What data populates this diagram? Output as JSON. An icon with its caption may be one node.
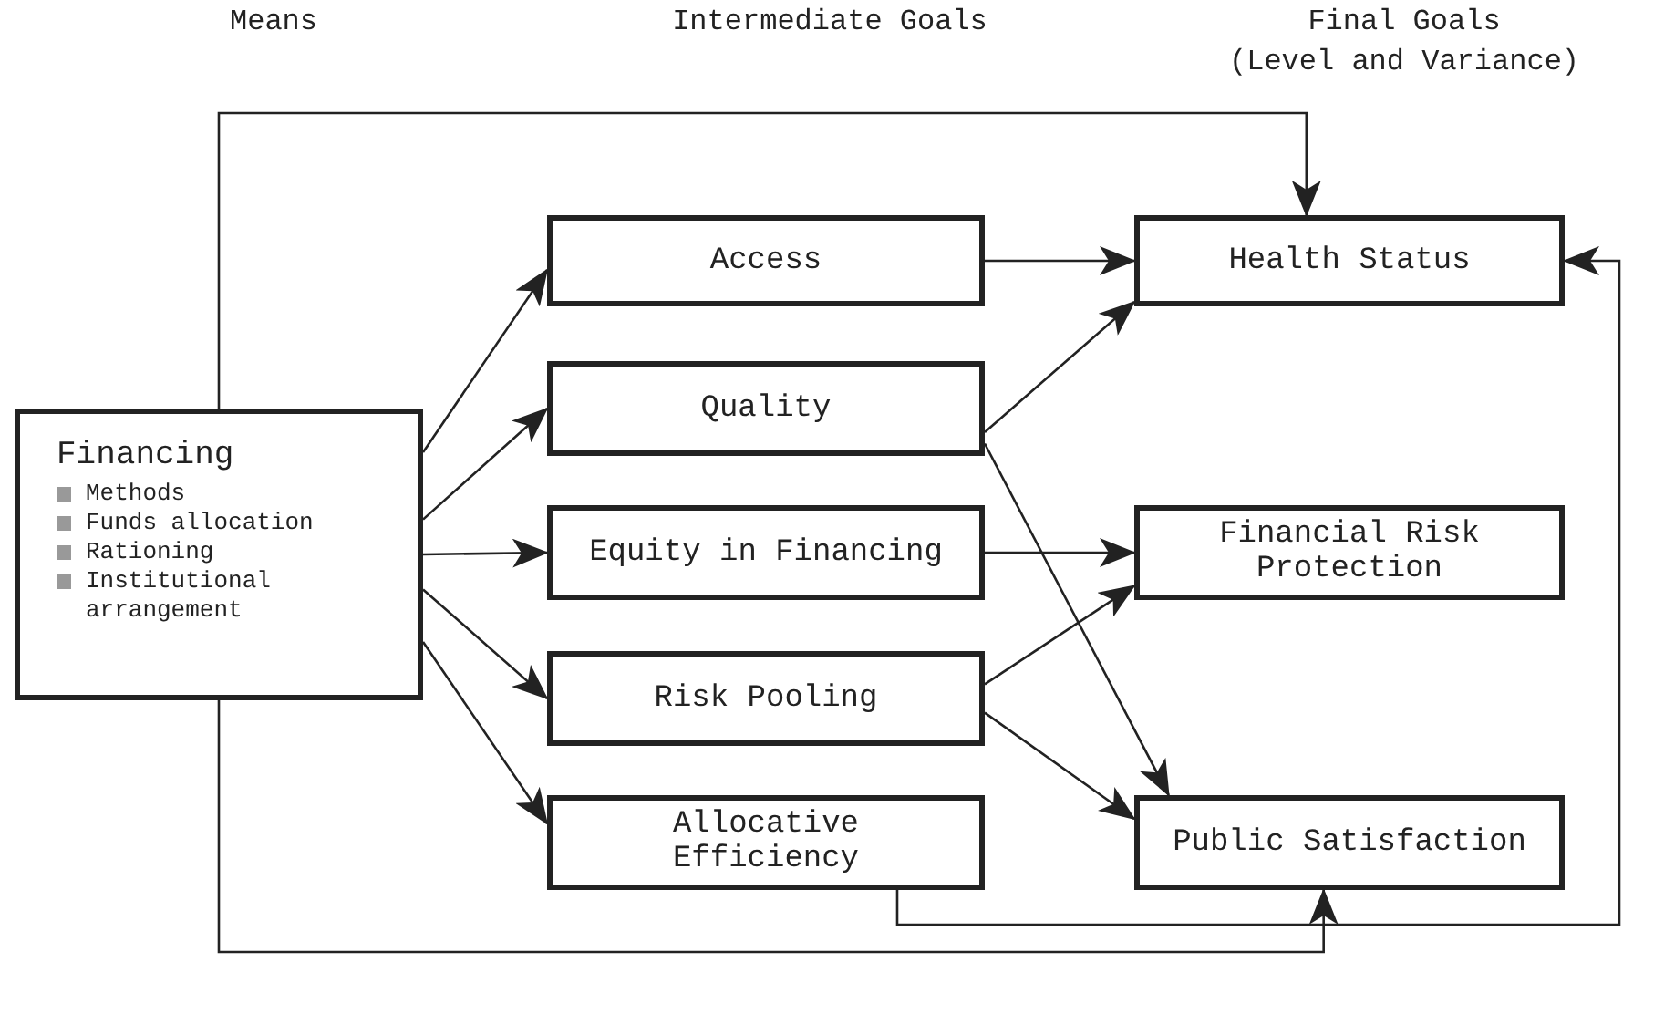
{
  "diagram": {
    "nodes": [
      {
        "text": [
          "Financing",
          "Methods",
          "Funds allocation",
          "Rationing",
          "Institutional arrangement"
        ]
      },
      {
        "text": [
          "Access"
        ]
      },
      {
        "text": [
          "Quality"
        ]
      },
      {
        "text": [
          "Equity in Financing"
        ]
      },
      {
        "text": [
          "Risk Pooling"
        ]
      },
      {
        "text": [
          "Allocative Efficiency"
        ]
      },
      {
        "text": [
          "Health Status"
        ]
      },
      {
        "text": [
          "Financial Risk Protection"
        ]
      },
      {
        "text": [
          "Public Satisfaction"
        ]
      }
    ],
    "edges": [
      {
        "from": 0,
        "to": 1,
        "arrow": "to"
      },
      {
        "from": 0,
        "to": 2,
        "arrow": "to"
      },
      {
        "from": 0,
        "to": 3,
        "arrow": "to"
      },
      {
        "from": 0,
        "to": 4,
        "arrow": "to"
      },
      {
        "from": 0,
        "to": 5,
        "arrow": "to"
      },
      {
        "from": 0,
        "to": 6,
        "arrow": "to"
      },
      {
        "from": 0,
        "to": 8,
        "arrow": "to"
      },
      {
        "from": 1,
        "to": 6,
        "arrow": "to"
      },
      {
        "from": 2,
        "to": 6,
        "arrow": "to"
      },
      {
        "from": 2,
        "to": 8,
        "arrow": "to"
      },
      {
        "from": 3,
        "to": 7,
        "arrow": "to"
      },
      {
        "from": 4,
        "to": 7,
        "arrow": "to"
      },
      {
        "from": 4,
        "to": 8,
        "arrow": "to"
      },
      {
        "from": 5,
        "to": 6,
        "arrow": "to"
      }
    ],
    "labels": [
      "Means",
      "Intermediate Goals",
      "Final Goals",
      "(Level and Variance)"
    ]
  }
}
